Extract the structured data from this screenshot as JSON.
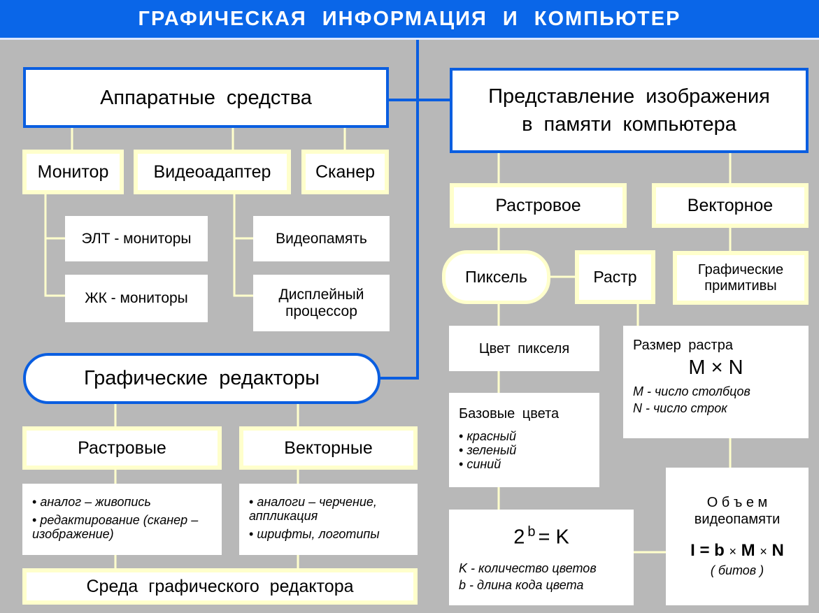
{
  "title": "ГРАФИЧЕСКАЯ ИНФОРМАЦИЯ И КОМПЬЮТЕР",
  "hardware": {
    "title": "Аппаратные средства",
    "monitor": "Монитор",
    "videoadapter": "Видеоадаптер",
    "scanner": "Сканер",
    "crt": "ЭЛТ - мониторы",
    "lcd": "ЖК - мониторы",
    "videomemory": "Видеопамять",
    "display_processor": "Дисплейный процессор"
  },
  "representation": {
    "title_line1": "Представление изображения",
    "title_line2": "в памяти компьютера",
    "raster": "Растровое",
    "vector": "Векторное",
    "pixel": "Пиксель",
    "rastr": "Растр",
    "primitives": "Графические примитивы",
    "pixel_color": "Цвет пикселя",
    "base_colors": {
      "title": "Базовые цвета",
      "items": [
        "красный",
        "зеленый",
        "синий"
      ]
    },
    "raster_size": {
      "title": "Размер растра",
      "formula": "M × N",
      "m": "M - число столбцов",
      "n": "N - число строк"
    },
    "colors_formula": {
      "base": "2",
      "exp": "b",
      "rest": "= K",
      "k": "K - количество цветов",
      "b": "b - длина кода цвета"
    },
    "video_volume": {
      "line1": "О б ъ е м",
      "line2": "видеопамяти",
      "formula_i": "I",
      "eq": "=",
      "formula_b": "b",
      "times1": "×",
      "formula_m": "M",
      "times2": "×",
      "formula_n": "N",
      "unit": "( битов )"
    }
  },
  "editors": {
    "title": "Графические редакторы",
    "raster": "Растровые",
    "vector": "Векторные",
    "raster_items": [
      "аналог – живопись",
      "редактирование (сканер – изображение)"
    ],
    "vector_items": [
      "аналоги – черчение, аппликация",
      "шрифты, логотипы"
    ],
    "environment": "Среда графического редактора"
  },
  "colors": {
    "accent": "#0a5ee0",
    "box_border": "#ffffcc",
    "background": "#b8b8b8"
  }
}
